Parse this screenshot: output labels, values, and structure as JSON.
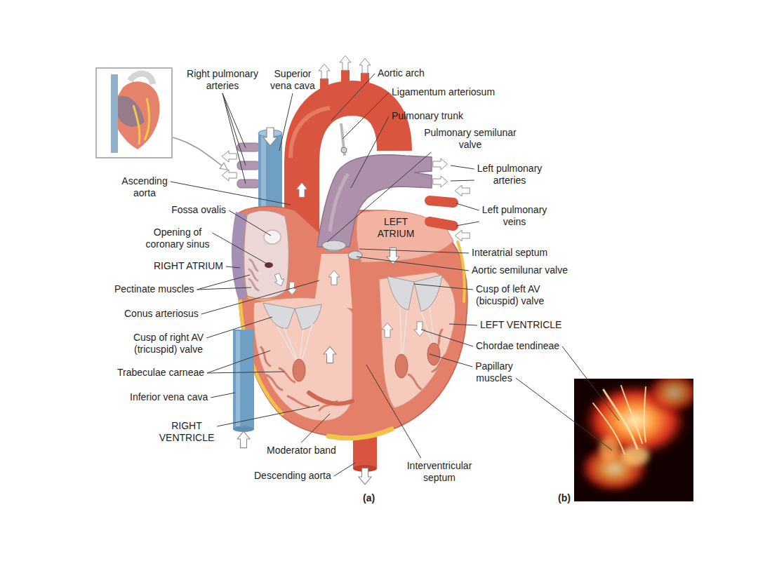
{
  "diagram": {
    "labels": [
      "Right pulmonary arteries",
      "Superior vena cava",
      "Aortic arch",
      "Ligamentum arteriosum",
      "Pulmonary trunk",
      "Pulmonary semilunar valve",
      "Left pulmonary arteries",
      "Ascending aorta",
      "Fossa ovalis",
      "Left pulmonary veins",
      "Opening of coronary sinus",
      "LEFT ATRIUM",
      "Interatrial septum",
      "RIGHT ATRIUM",
      "Aortic semilunar valve",
      "Pectinate muscles",
      "Cusp of left AV (bicuspid) valve",
      "Conus arteriosus",
      "LEFT VENTRICLE",
      "Chordae tendineae",
      "Cusp of right AV (tricuspid) valve",
      "Papillary muscles",
      "Trabeculae carneae",
      "Inferior vena cava",
      "RIGHT VENTRICLE",
      "Moderator band",
      "Interventricular septum",
      "Descending aorta",
      "(a)",
      "(b)"
    ]
  }
}
